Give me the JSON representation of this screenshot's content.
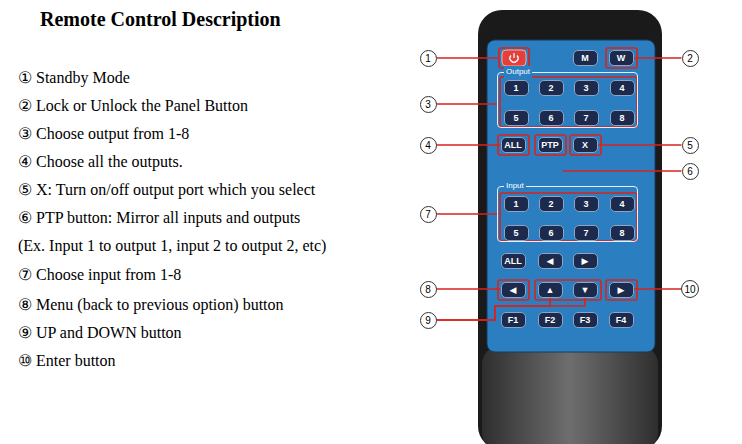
{
  "diagram": {
    "title": "Remote Control Description",
    "nodes": [
      {
        "text": [
          "1"
        ]
      },
      {
        "text": [
          "M"
        ]
      },
      {
        "text": [
          "W"
        ]
      },
      {
        "text": [
          "2"
        ]
      },
      {
        "text": [
          "Output"
        ]
      },
      {
        "text": [
          "1"
        ],
        "in": 4
      },
      {
        "text": [
          "2"
        ],
        "in": 4
      },
      {
        "text": [
          "3"
        ],
        "in": 4
      },
      {
        "text": [
          "4"
        ],
        "in": 4
      },
      {
        "text": [
          "5"
        ],
        "in": 4
      },
      {
        "text": [
          "6"
        ],
        "in": 4
      },
      {
        "text": [
          "7"
        ],
        "in": 4
      },
      {
        "text": [
          "8"
        ],
        "in": 4
      },
      {
        "text": [
          "3"
        ]
      },
      {
        "text": [
          "4"
        ]
      },
      {
        "text": [
          "ALL"
        ]
      },
      {
        "text": [
          "PTP"
        ]
      },
      {
        "text": [
          "X"
        ]
      },
      {
        "text": [
          "5"
        ]
      },
      {
        "text": [
          "6"
        ]
      },
      {
        "text": [
          "Input"
        ]
      },
      {
        "text": [
          "1"
        ],
        "in": 20
      },
      {
        "text": [
          "2"
        ],
        "in": 20
      },
      {
        "text": [
          "3"
        ],
        "in": 20
      },
      {
        "text": [
          "4"
        ],
        "in": 20
      },
      {
        "text": [
          "5"
        ],
        "in": 20
      },
      {
        "text": [
          "6"
        ],
        "in": 20
      },
      {
        "text": [
          "7"
        ],
        "in": 20
      },
      {
        "text": [
          "8"
        ],
        "in": 20
      },
      {
        "text": [
          "7"
        ]
      },
      {
        "text": [
          "ALL"
        ]
      },
      {
        "text": [
          "◀"
        ]
      },
      {
        "text": [
          "▶"
        ]
      },
      {
        "text": [
          "8"
        ]
      },
      {
        "text": [
          "◀"
        ]
      },
      {
        "text": [
          "▲"
        ]
      },
      {
        "text": [
          "▼"
        ]
      },
      {
        "text": [
          "▶"
        ]
      },
      {
        "text": [
          "10"
        ]
      },
      {
        "text": [
          "9"
        ]
      },
      {
        "text": [
          "F1"
        ]
      },
      {
        "text": [
          "F2"
        ]
      },
      {
        "text": [
          "F3"
        ]
      },
      {
        "text": [
          "F4"
        ]
      }
    ],
    "edges": [
      {
        "from": 3,
        "to": 2,
        "arrow": "none"
      },
      {
        "from": 13,
        "to": 4,
        "arrow": "none"
      },
      {
        "from": 14,
        "to": 15,
        "arrow": "none"
      },
      {
        "from": 18,
        "to": 17,
        "arrow": "none"
      },
      {
        "from": 19,
        "to": 16,
        "arrow": "none"
      },
      {
        "from": 29,
        "to": 20,
        "arrow": "none"
      },
      {
        "from": 33,
        "to": 34,
        "arrow": "none"
      },
      {
        "from": 39,
        "to": 35,
        "arrow": "none"
      },
      {
        "from": 39,
        "to": 36,
        "arrow": "none"
      },
      {
        "from": 38,
        "to": 37,
        "arrow": "none"
      }
    ],
    "labels": [
      "① Standby Mode",
      "② Lock or Unlock the Panel Button",
      "③ Choose output from 1-8",
      "④ Choose all the outputs.",
      "⑤ X: Turn on/off output port which you select",
      "⑥ PTP button: Mirror all inputs and outputs",
      "(Ex. Input 1 to output 1, input 2 to output 2, etc)",
      "⑦ Choose input from 1-8",
      "⑧ Menu (back to previous option) button",
      "⑨ UP and DOWN button",
      "⑩ Enter button"
    ]
  }
}
